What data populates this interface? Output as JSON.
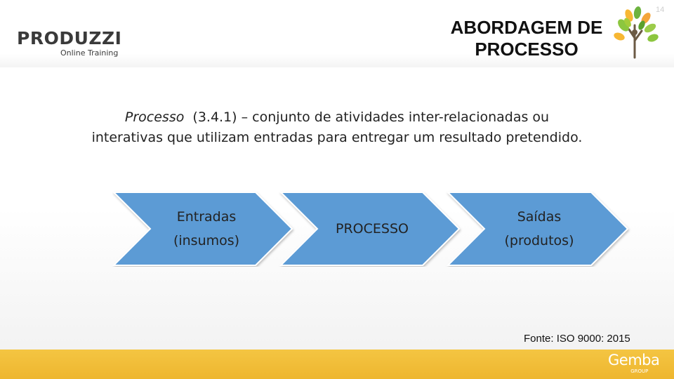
{
  "header": {
    "logo_main": "PRODUZZI",
    "logo_sub": "Online Training",
    "title_line1": "ABORDAGEM DE",
    "title_line2": "PROCESSO",
    "slide_number": "14"
  },
  "definition": {
    "term": "Processo",
    "line1_rest": "  (3.4.1) – conjunto de atividades inter-relacionadas ou",
    "line2": "interativas que utilizam entradas para entregar um resultado pretendido."
  },
  "process_flow": {
    "step1_line1": "Entradas",
    "step1_line2": "(insumos)",
    "step2": "PROCESSO",
    "step3_line1": "Saídas",
    "step3_line2": "(produtos)"
  },
  "source": "Fonte: ISO 9000: 2015",
  "footer": {
    "logo_main": "Gemba",
    "logo_sub": "GROUP"
  },
  "colors": {
    "chevron_fill": "#5b9bd5",
    "bottom_band": "#f1bd38",
    "logo_text": "#3a3a3a"
  }
}
